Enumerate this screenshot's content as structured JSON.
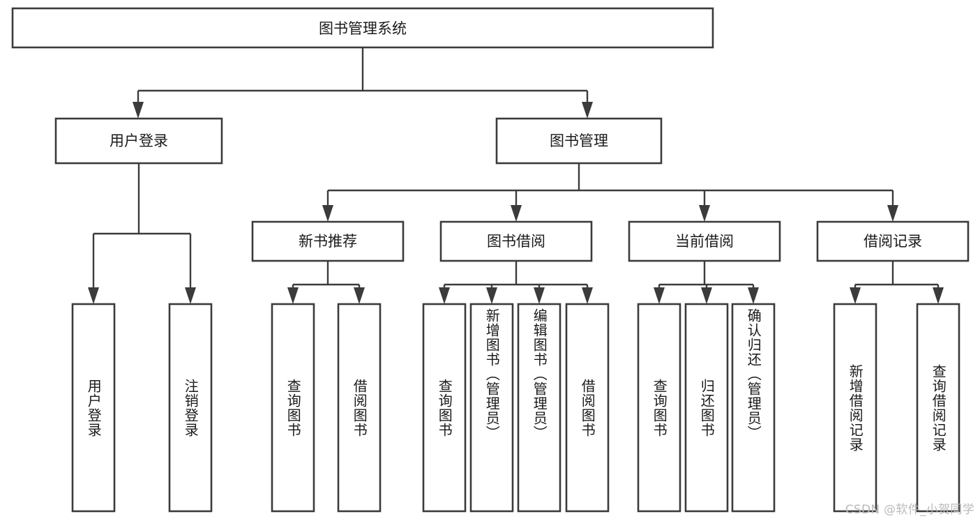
{
  "diagram": {
    "title": "图书管理系统",
    "watermark": "CSDN @软件_小贺同学",
    "root": {
      "label": "图书管理系统"
    },
    "level2": [
      {
        "label": "用户登录"
      },
      {
        "label": "图书管理"
      }
    ],
    "level3": [
      {
        "label": "新书推荐"
      },
      {
        "label": "图书借阅"
      },
      {
        "label": "当前借阅"
      },
      {
        "label": "借阅记录"
      }
    ],
    "leaves": {
      "user_login": [
        {
          "label": "用户登录"
        },
        {
          "label": "注销登录"
        }
      ],
      "new_book": [
        {
          "label": "查询图书"
        },
        {
          "label": "借阅图书"
        }
      ],
      "book_borrow": [
        {
          "label": "查询图书"
        },
        {
          "label": "新增图书（管理员）"
        },
        {
          "label": "编辑图书（管理员）"
        },
        {
          "label": "借阅图书"
        }
      ],
      "current_borrow": [
        {
          "label": "查询图书"
        },
        {
          "label": "归还图书"
        },
        {
          "label": "确认归还（管理员）"
        }
      ],
      "borrow_record": [
        {
          "label": "新增借阅记录"
        },
        {
          "label": "查询借阅记录"
        }
      ]
    },
    "colors": {
      "stroke": "#3b3b3b",
      "fill": "#ffffff",
      "text": "#1a1a1a",
      "watermark": "#b9b9b9"
    }
  }
}
